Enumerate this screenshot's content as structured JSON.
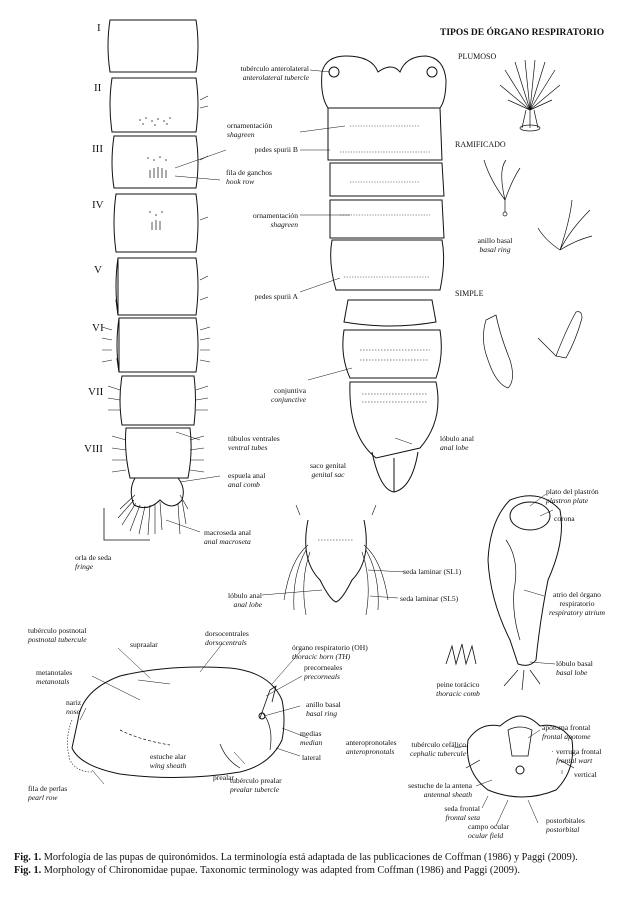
{
  "segments": [
    "I",
    "II",
    "III",
    "IV",
    "V",
    "VI",
    "VII",
    "VIII"
  ],
  "types": {
    "title": "TIPOS DE ÓRGANO RESPIRATORIO",
    "plumoso": "PLUMOSO",
    "ramificado": "RAMIFICADO",
    "simple": "SIMPLE"
  },
  "labels": {
    "tuberculo_anterolateral": {
      "es": "tubérculo anterolateral",
      "en": "anterolateral tubercle"
    },
    "ornamentacion_1": {
      "es": "ornamentación",
      "en": "shagreen"
    },
    "pedes_spurii_b": {
      "es": "pedes spurii B",
      "en": ""
    },
    "fila_ganchos": {
      "es": "fila de ganchos",
      "en": "hook row"
    },
    "ornamentacion_2": {
      "es": "ornamentación",
      "en": "shagreen"
    },
    "pedes_spurii_a": {
      "es": "pedes spurii A",
      "en": ""
    },
    "anillo_basal_1": {
      "es": "anillo basal",
      "en": "basal ring"
    },
    "conjuntiva": {
      "es": "conjuntiva",
      "en": "conjunctive"
    },
    "lobulo_anal_1": {
      "es": "lóbulo anal",
      "en": "anal lobe"
    },
    "saco_genital": {
      "es": "saco genital",
      "en": "genital sac"
    },
    "tubulos_ventrales": {
      "es": "túbulos ventrales",
      "en": "ventral tubes"
    },
    "espuela_anal": {
      "es": "espuela anal",
      "en": "anal comb"
    },
    "macroseda_anal": {
      "es": "macroseda anal",
      "en": "anal macroseta"
    },
    "orla_seda": {
      "es": "orla de seda",
      "en": "fringe"
    },
    "seda_laminar_sl1": {
      "es": "seda laminar (SL1)",
      "en": ""
    },
    "seda_laminar_sl5": {
      "es": "seda laminar (SL5)",
      "en": ""
    },
    "lobulo_anal_2": {
      "es": "lóbulo anal",
      "en": "anal lobe"
    },
    "plato_plastron": {
      "es": "plato del plastrón",
      "en": "plastron plate"
    },
    "corona": {
      "es": "corona",
      "en": ""
    },
    "atrio": {
      "es": "atrio del órgano respiratorio",
      "en": "respiratory atrium"
    },
    "peine_toracico": {
      "es": "peine torácico",
      "en": "thoracic comb"
    },
    "lobulo_basal": {
      "es": "lóbulo basal",
      "en": "basal lobe"
    },
    "tuberculo_postnotal": {
      "es": "tubérculo postnotal",
      "en": "postnotal tubercule"
    },
    "supraalar": {
      "es": "supraalar",
      "en": ""
    },
    "dorsocentrales": {
      "es": "dorsocentrales",
      "en": "dorsocentrals"
    },
    "organo_respiratorio": {
      "es": "órgano respiratorio (OH)",
      "en": "thoracic horn (TH)"
    },
    "precorneales": {
      "es": "precorneales",
      "en": "precorneals"
    },
    "metanotales": {
      "es": "metanotales",
      "en": "metanotals"
    },
    "anillo_basal_2": {
      "es": "anillo basal",
      "en": "basal ring"
    },
    "nariz": {
      "es": "nariz",
      "en": "nose"
    },
    "medias": {
      "es": "medias",
      "en": "median"
    },
    "anteropronotales": {
      "es": "anteropronotales",
      "en": "anteropronotals"
    },
    "lateral": {
      "es": "lateral",
      "en": ""
    },
    "estuche_alar": {
      "es": "estuche alar",
      "en": "wing sheath"
    },
    "prealar": {
      "es": "prealar",
      "en": ""
    },
    "fila_perlas": {
      "es": "fila de perlas",
      "en": "pearl row"
    },
    "tuberculo_prealar": {
      "es": "tubérculo prealar",
      "en": "prealar tubercle"
    },
    "apotoma_frontal": {
      "es": "apotoma frontal",
      "en": "frontal apotome"
    },
    "tuberculo_cefalico": {
      "es": "tubérculo cefálico",
      "en": "cephalic tubercule"
    },
    "verruga_frontal": {
      "es": "verruga frontal",
      "en": "frontal wart"
    },
    "vertical": {
      "es": "vertical",
      "en": ""
    },
    "seda_antena": {
      "es": "sestuche de la antena",
      "en": "antennal sheath"
    },
    "seda_frontal": {
      "es": "seda frontal",
      "en": "frontal seta"
    },
    "campo_ocular": {
      "es": "campo ocular",
      "en": "ocular field"
    },
    "postorbitales": {
      "es": "postorbitales",
      "en": "postorbital"
    }
  },
  "caption": {
    "es_prefix": "Fig. 1.",
    "es_text": " Morfología de las pupas de quironómidos. La terminología está adaptada de las publicaciones de Coffman (1986) y Paggi (2009).",
    "en_prefix": "Fig. 1.",
    "en_text": " Morphology of Chironomidae pupae. Taxonomic terminology was adapted from Coffman (1986) and Paggi (2009)."
  }
}
